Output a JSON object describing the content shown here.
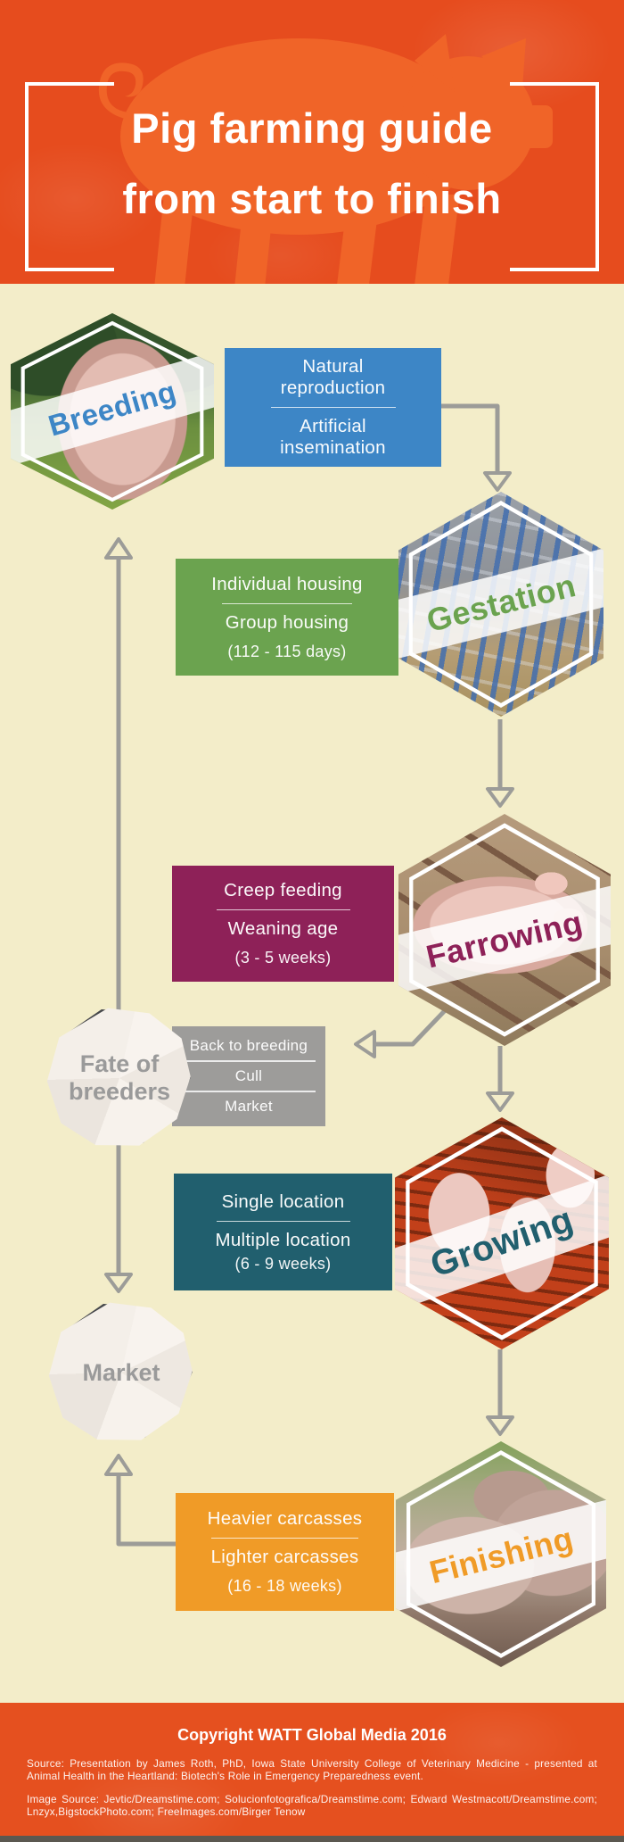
{
  "header": {
    "title_line1": "Pig farming guide",
    "title_line2": "from start to finish"
  },
  "stages": [
    {
      "id": "breeding",
      "name": "Breeding",
      "color": "#3d86c6",
      "items": [
        "Natural reproduction",
        "Artificial insemination"
      ],
      "note": ""
    },
    {
      "id": "gestation",
      "name": "Gestation",
      "color": "#6ba34f",
      "items": [
        "Individual housing",
        "Group housing"
      ],
      "note": "(112 - 115 days)"
    },
    {
      "id": "farrowing",
      "name": "Farrowing",
      "color": "#8e2158",
      "items": [
        "Creep feeding",
        "Weaning age"
      ],
      "note": "(3 - 5 weeks)"
    },
    {
      "id": "growing",
      "name": "Growing",
      "color": "#215f6e",
      "items": [
        "Single location",
        "Multiple location"
      ],
      "note": "(6 - 9 weeks)"
    },
    {
      "id": "finishing",
      "name": "Finishing",
      "color": "#f09b27",
      "items": [
        "Heavier carcasses",
        "Lighter carcasses"
      ],
      "note": "(16 - 18 weeks)"
    }
  ],
  "fate_node": {
    "label": "Fate of breeders",
    "options": [
      "Back to breeding",
      "Cull",
      "Market"
    ]
  },
  "market_node": {
    "label": "Market"
  },
  "colors": {
    "header_bg": "#e64c1e",
    "body_bg": "#f3edc9",
    "line_gray": "#9c9c98",
    "fate_box_bg": "#9d9c9a"
  },
  "footer": {
    "copyright": "Copyright WATT Global Media 2016",
    "source": "Source: Presentation by James Roth, PhD, Iowa State University College of Veterinary Medicine - presented at Animal Health in the Heartland: Biotech's Role in Emergency Preparedness event.",
    "image_source": "Image Source: Jevtic/Dreamstime.com; Solucionfotografica/Dreamstime.com; Edward Westmacott/Dreamstime.com; Lnzyx,BigstockPhoto.com; FreeImages.com/Birger Tenow"
  }
}
